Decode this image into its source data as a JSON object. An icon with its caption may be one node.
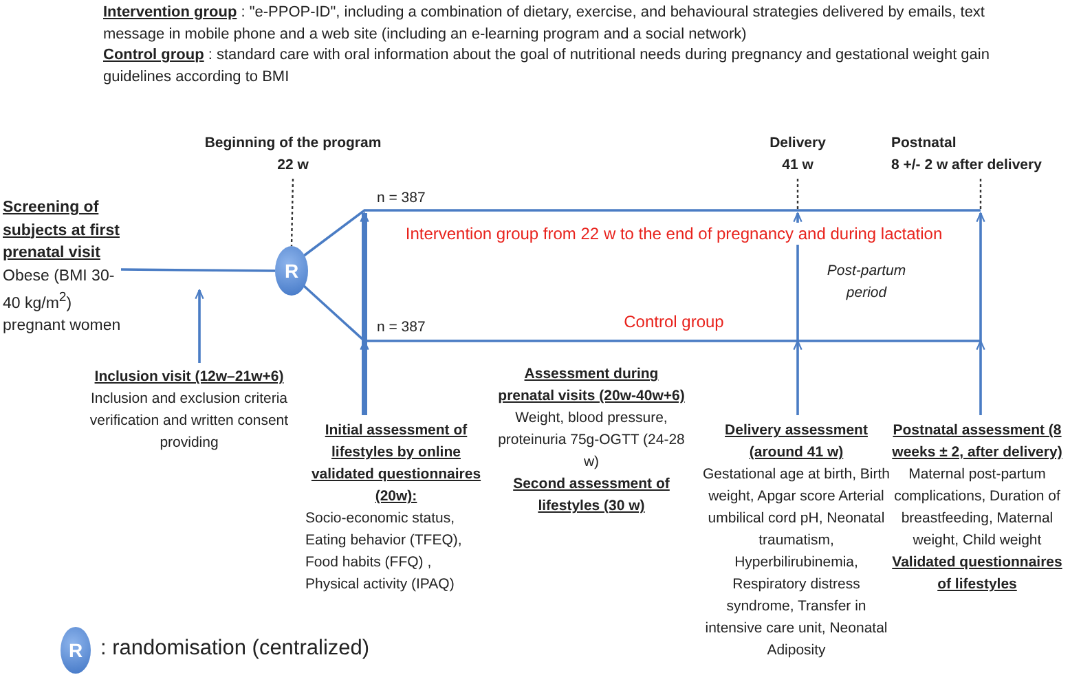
{
  "diagram": {
    "nodes": [
      {
        "text": [
          "Screening of subjects  at first prenatal visit",
          "Obese (BMI 30-40 kg/m$^{2}$) pregnant women"
        ]
      },
      {
        "text": [
          "R"
        ]
      },
      {
        "text": [
          "Inclusion  visit (12w–21w+6)",
          "Inclusion and exclusion criteria verification and written consent providing"
        ]
      },
      {
        "text": [
          "Initial assessment of lifestyles by online validated questionnaires (20w):",
          "Socio-economic status, Eating behavior (TFEQ), Food habits (FFQ)  , Physical activity (IPAQ)"
        ]
      },
      {
        "text": [
          "Assessment during prenatal visits (20w-40w+6)",
          "Weight, blood pressure, proteinuria 75g-OGTT (24-28 w)",
          "Second assessment of lifestyles (30 w)"
        ]
      },
      {
        "text": [
          "Delivery assessment (around 41 w)",
          "Gestational age at birth, Birth weight, Apgar score  Arterial umbilical cord pH, Neonatal traumatism, Hyperbilirubinemia, Respiratory distress syndrome, Transfer in intensive care unit, Neonatal Adiposity"
        ]
      },
      {
        "text": [
          "Postnatal assessment (8 weeks ± 2, after delivery)",
          "Maternal post-partum complications, Duration of breastfeeding, Maternal weight, Child weight",
          "Validated questionnaires of lifestyles"
        ]
      },
      {
        "text": [
          "Beginning of the program",
          "22 w"
        ]
      },
      {
        "text": [
          "Delivery",
          "41 w"
        ]
      },
      {
        "text": [
          "Postnatal",
          "8 +/- 2 w after delivery"
        ]
      },
      {
        "text": [
          "R"
        ]
      }
    ],
    "edges": [
      {
        "from": 0,
        "to": 1,
        "arrow": "none"
      },
      {
        "from": 1,
        "to": null,
        "arrow": "none"
      },
      {
        "from": 1,
        "to": null,
        "arrow": "none"
      },
      {
        "from": 7,
        "to": 1,
        "arrow": "none",
        "style": "dashed",
        "color": "#333333"
      },
      {
        "from": 8,
        "to": null,
        "arrow": "none",
        "style": "dashed",
        "color": "#333333"
      },
      {
        "from": 9,
        "to": null,
        "arrow": "none",
        "style": "dashed",
        "color": "#333333"
      },
      {
        "from": 2,
        "to": null,
        "arrow": "to"
      },
      {
        "from": 3,
        "to": 7,
        "arrow": "to",
        "style": "thick"
      },
      {
        "from": 5,
        "to": 8,
        "arrow": "to"
      },
      {
        "from": 6,
        "to": 9,
        "arrow": "to"
      }
    ],
    "labels": [
      "**Intervention group** : \"e-PPOP-ID\", including a combination of dietary, exercise, and behavioural strategies delivered by emails, text message in mobile phone and a web site (including an e-learning program and a social network)",
      "**Control group** : standard care with oral information about the goal of nutritional needs during pregnancy and gestational weight gain guidelines according to BMI",
      "n = 387",
      "Intervention group from 22 w to the end of pregnancy and during lactation",
      "n = 387",
      "Control group",
      "Post-partum period",
      ": randomisation (centralized)"
    ]
  }
}
